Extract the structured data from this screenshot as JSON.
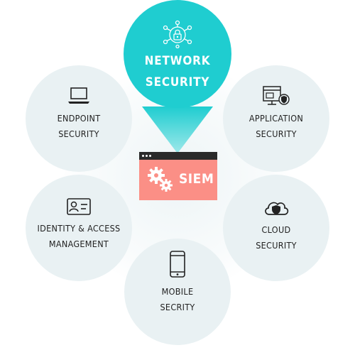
{
  "diagram": {
    "center": {
      "label": "SIEM",
      "icon": "gears-icon",
      "fill": "#fb8f86",
      "titlebar": "#2a2a2a"
    },
    "nodes": [
      {
        "id": "network",
        "label": "NETWORK\nSECURITY",
        "icon": "network-lock-icon",
        "fill": "#1fcdd0"
      },
      {
        "id": "endpoint",
        "label": "ENDPOINT\nSECURITY",
        "icon": "laptop-icon",
        "fill": "#e9f1f3"
      },
      {
        "id": "application",
        "label": "APPLICATION\nSECURITY",
        "icon": "app-shield-icon",
        "fill": "#e9f1f3"
      },
      {
        "id": "identity",
        "label": "IDENTITY & ACCESS\nMANAGEMENT",
        "icon": "id-card-icon",
        "fill": "#e9f1f3"
      },
      {
        "id": "cloud",
        "label": "CLOUD\nSECURITY",
        "icon": "cloud-shield-icon",
        "fill": "#e9f1f3"
      },
      {
        "id": "mobile",
        "label": "MOBILE\nSECRITY",
        "icon": "mobile-icon",
        "fill": "#e9f1f3"
      }
    ]
  }
}
